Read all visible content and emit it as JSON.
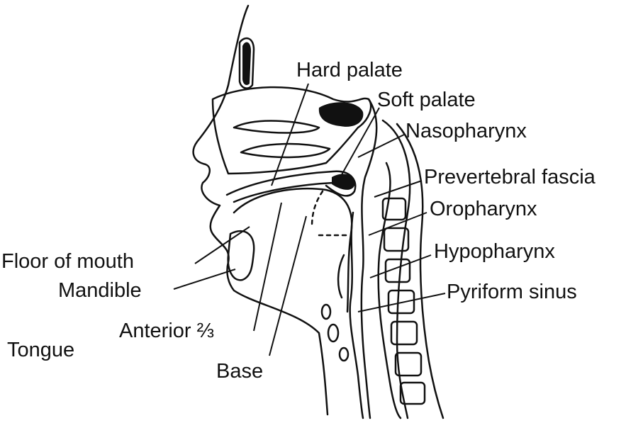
{
  "labels": {
    "hard_palate": "Hard palate",
    "soft_palate": "Soft palate",
    "nasopharynx": "Nasopharynx",
    "prevertebral_fascia": "Prevertebral fascia",
    "oropharynx": "Oropharynx",
    "floor_of_mouth": "Floor of mouth",
    "hypopharynx": "Hypopharynx",
    "mandible": "Mandible",
    "pyriform_sinus": "Pyriform sinus",
    "anterior_two_thirds": "Anterior ⅔",
    "tongue": "Tongue",
    "base": "Base"
  },
  "colors": {
    "ink": "#111111",
    "background": "#ffffff"
  }
}
